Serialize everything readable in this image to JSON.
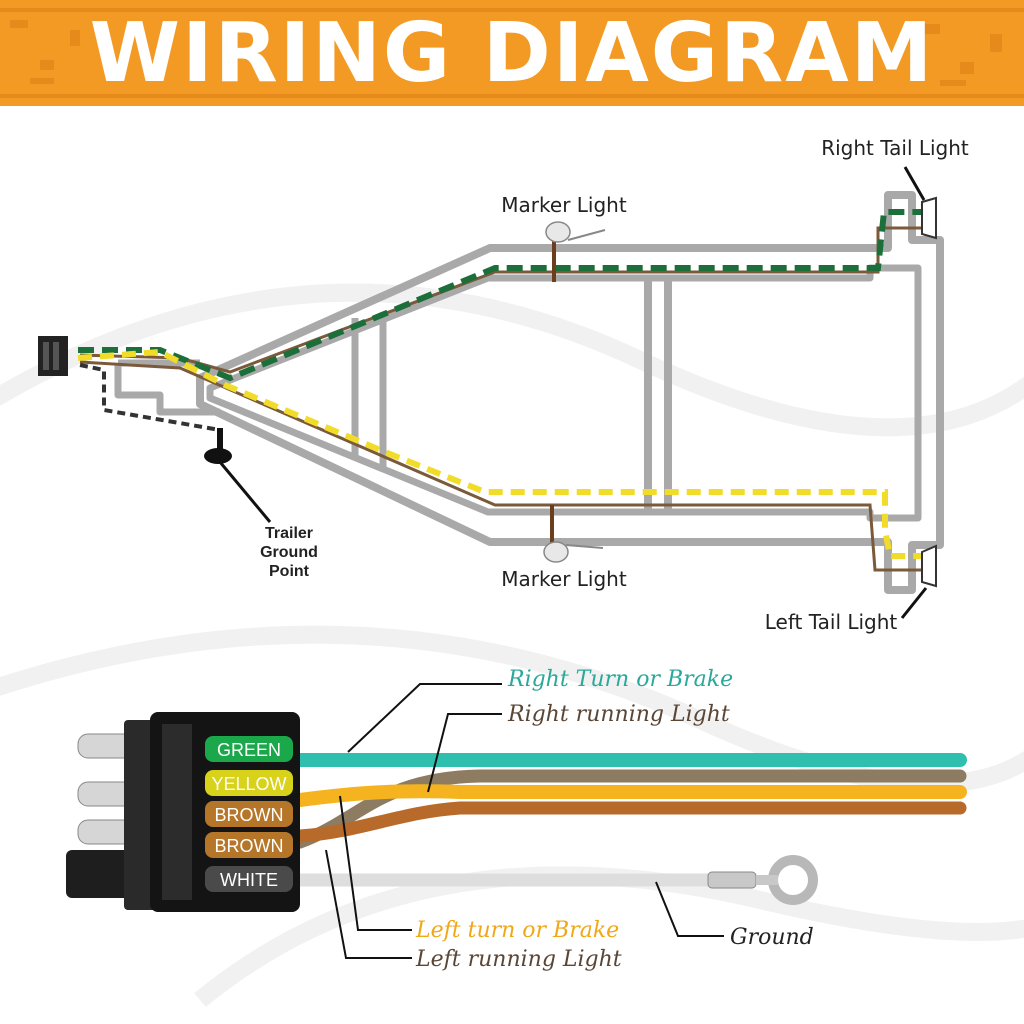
{
  "header": {
    "title": "WIRING DIAGRAM"
  },
  "trailer": {
    "labels": {
      "right_tail": "Right Tail Light",
      "marker_top": "Marker Light",
      "marker_bottom": "Marker Light",
      "left_tail": "Left Tail Light",
      "ground_point": [
        "Trailer",
        "Ground",
        "Point"
      ]
    }
  },
  "connector": {
    "wires": [
      {
        "label": "GREEN",
        "color": "#1aa84a"
      },
      {
        "label": "YELLOW",
        "color": "#d9d21a"
      },
      {
        "label": "BROWN",
        "color": "#b6762a"
      },
      {
        "label": "BROWN",
        "color": "#b6762a"
      },
      {
        "label": "WHITE",
        "color": "#4a4a4a"
      }
    ]
  },
  "callouts": {
    "right_turn": "Right Turn or Brake",
    "right_running": "Right running Light",
    "left_turn": "Left turn or Brake",
    "left_running": "Left running Light",
    "ground": "Ground"
  },
  "colors": {
    "header_orange": "#f39a24",
    "right_turn_text": "#2aa89a",
    "left_turn_text": "#f0a818",
    "running_text": "#5a4636",
    "frame_gray": "#a9a9a9",
    "green_wire": "#1c6e3a",
    "yellow_wire": "#f2dc2a",
    "brown_wire": "#7a5a3a"
  }
}
